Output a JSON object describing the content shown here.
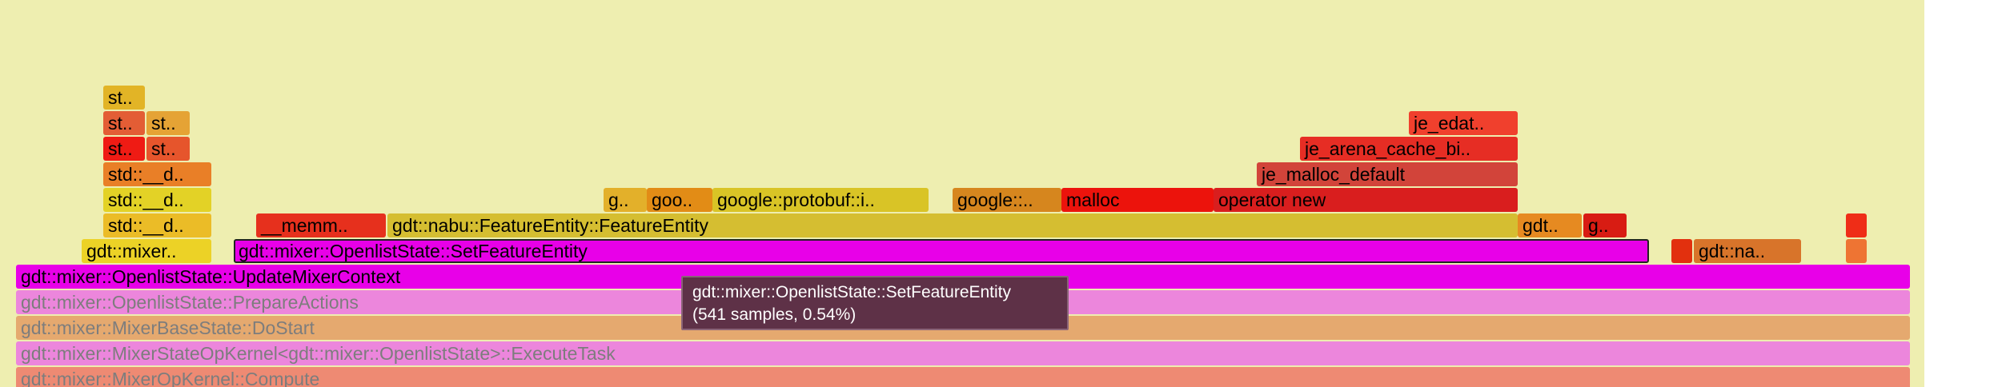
{
  "flamegraph": {
    "colors": {
      "background": "#eeeeb0",
      "tooltip_bg": "#5e3147"
    },
    "frames": [
      {
        "label": "st..",
        "color": "#e2b426",
        "dim": false
      },
      {
        "label": "st..",
        "color": "#e35d35",
        "dim": false
      },
      {
        "label": "st..",
        "color": "#e5a335",
        "dim": false
      },
      {
        "label": "je_edat..",
        "color": "#f0402d",
        "dim": false
      },
      {
        "label": "st..",
        "color": "#ef1b14",
        "dim": false
      },
      {
        "label": "st..",
        "color": "#e6552c",
        "dim": false
      },
      {
        "label": "je_arena_cache_bi..",
        "color": "#e62d24",
        "dim": false
      },
      {
        "label": "std::__d..",
        "color": "#e97f27",
        "dim": false
      },
      {
        "label": "je_malloc_default",
        "color": "#d2443a",
        "dim": false
      },
      {
        "label": "std::__d..",
        "color": "#e3d226",
        "dim": false
      },
      {
        "label": "g..",
        "color": "#e3b02a",
        "dim": false
      },
      {
        "label": "goo..",
        "color": "#e28c16",
        "dim": false
      },
      {
        "label": "google::protobuf::i..",
        "color": "#d9c426",
        "dim": false
      },
      {
        "label": "google::..",
        "color": "#d6861e",
        "dim": false
      },
      {
        "label": "malloc",
        "color": "#ec130c",
        "dim": false
      },
      {
        "label": "operator new",
        "color": "#d91e1e",
        "dim": false
      },
      {
        "label": "std::__d..",
        "color": "#ebbc27",
        "dim": false
      },
      {
        "label": "__memm..",
        "color": "#e6301d",
        "dim": false
      },
      {
        "label": "gdt::nabu::FeatureEntity::FeatureEntity",
        "color": "#d5be31",
        "dim": false
      },
      {
        "label": "gdt..",
        "color": "#e68a21",
        "dim": false
      },
      {
        "label": "g..",
        "color": "#d81c13",
        "dim": false
      },
      {
        "label": "",
        "color": "#ef2d17",
        "dim": false
      },
      {
        "label": "gdt::mixer..",
        "color": "#ecd226",
        "dim": false
      },
      {
        "label": "gdt::mixer::OpenlistState::SetFeatureEntity",
        "color": "#e800e8",
        "dim": false,
        "selected": true
      },
      {
        "label": "",
        "color": "#e2300e",
        "dim": false
      },
      {
        "label": "gdt::na..",
        "color": "#d8742a",
        "dim": false
      },
      {
        "label": "",
        "color": "#ee7433",
        "dim": false
      },
      {
        "label": "gdt::mixer::OpenlistState::UpdateMixerContext",
        "color": "#e800e8",
        "dim": false
      },
      {
        "label": "gdt::mixer::OpenlistState::PrepareActions",
        "color": "#ec86dc",
        "dim": true
      },
      {
        "label": "gdt::mixer::MixerBaseState::DoStart",
        "color": "#e5a96f",
        "dim": true
      },
      {
        "label": "gdt::mixer::MixerStateOpKernel<gdt::mixer::OpenlistState>::ExecuteTask",
        "color": "#ec86dc",
        "dim": true
      },
      {
        "label": "gdt::mixer::MixerOpKernel::Compute",
        "color": "#ee8a73",
        "dim": true
      }
    ],
    "tooltip": {
      "line1": "gdt::mixer::OpenlistState::SetFeatureEntity",
      "line2": "(541 samples, 0.54%)"
    }
  }
}
